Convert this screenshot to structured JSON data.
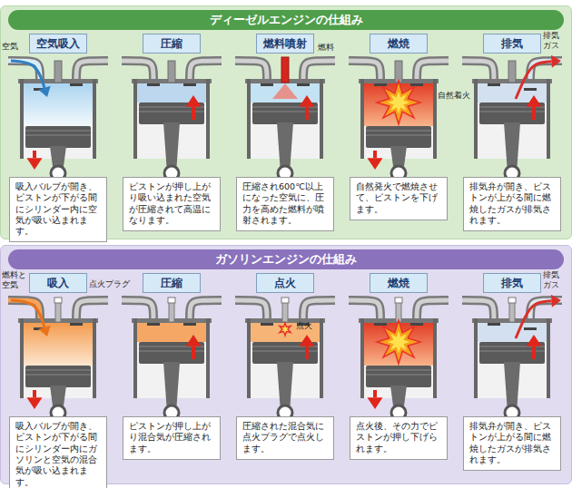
{
  "diagram": {
    "nodes": [
      {
        "text": [
          "ディーゼルエンジンの仕組み"
        ]
      },
      {
        "text": [
          "空気吸入"
        ],
        "in": 0
      },
      {
        "text": [
          "吸入バルブが開き、ピストンが下がる間にシリンダー内に空気が吸い込まれます。"
        ],
        "in": 0
      },
      {
        "text": [
          "圧縮"
        ],
        "in": 0
      },
      {
        "text": [
          "ピストンが押し上がり吸い込まれた空気が圧縮されて高温になります。"
        ],
        "in": 0
      },
      {
        "text": [
          "燃料噴射"
        ],
        "in": 0
      },
      {
        "text": [
          "圧縮され600℃以上になった空気に、圧力を高めた燃料が噴射されます。"
        ],
        "in": 0
      },
      {
        "text": [
          "燃焼"
        ],
        "in": 0
      },
      {
        "text": [
          "自然発火で燃焼させて、ピストンを下げます。"
        ],
        "in": 0
      },
      {
        "text": [
          "排気"
        ],
        "in": 0
      },
      {
        "text": [
          "排気弁が開き、ピストンが上がる間に燃焼したガスが排気されます。"
        ],
        "in": 0
      },
      {
        "text": [
          "ガソリンエンジンの仕組み"
        ]
      },
      {
        "text": [
          "吸入"
        ],
        "in": 11
      },
      {
        "text": [
          "吸入バルブが開き、ピストンが下がる間にシリンダー内にガソリンと空気の混合気が吸い込まれます。"
        ],
        "in": 11
      },
      {
        "text": [
          "圧縮"
        ],
        "in": 11
      },
      {
        "text": [
          "ピストンが押し上がり混合気が圧縮されます。"
        ],
        "in": 11
      },
      {
        "text": [
          "点火"
        ],
        "in": 11
      },
      {
        "text": [
          "圧縮された混合気に点火プラグで点火します。"
        ],
        "in": 11
      },
      {
        "text": [
          "燃焼"
        ],
        "in": 11
      },
      {
        "text": [
          "点火後、その力でピストンが押し下げられます。"
        ],
        "in": 11
      },
      {
        "text": [
          "排気"
        ],
        "in": 11
      },
      {
        "text": [
          "排気弁が開き、ピストンが上がる間に燃焼したガスが排気されます。"
        ],
        "in": 11
      }
    ],
    "labels": [
      "空気",
      "燃料",
      "自然着火",
      "排気ガス",
      "燃料と空気",
      "点火プラグ",
      "点火",
      "排気ガス"
    ]
  }
}
